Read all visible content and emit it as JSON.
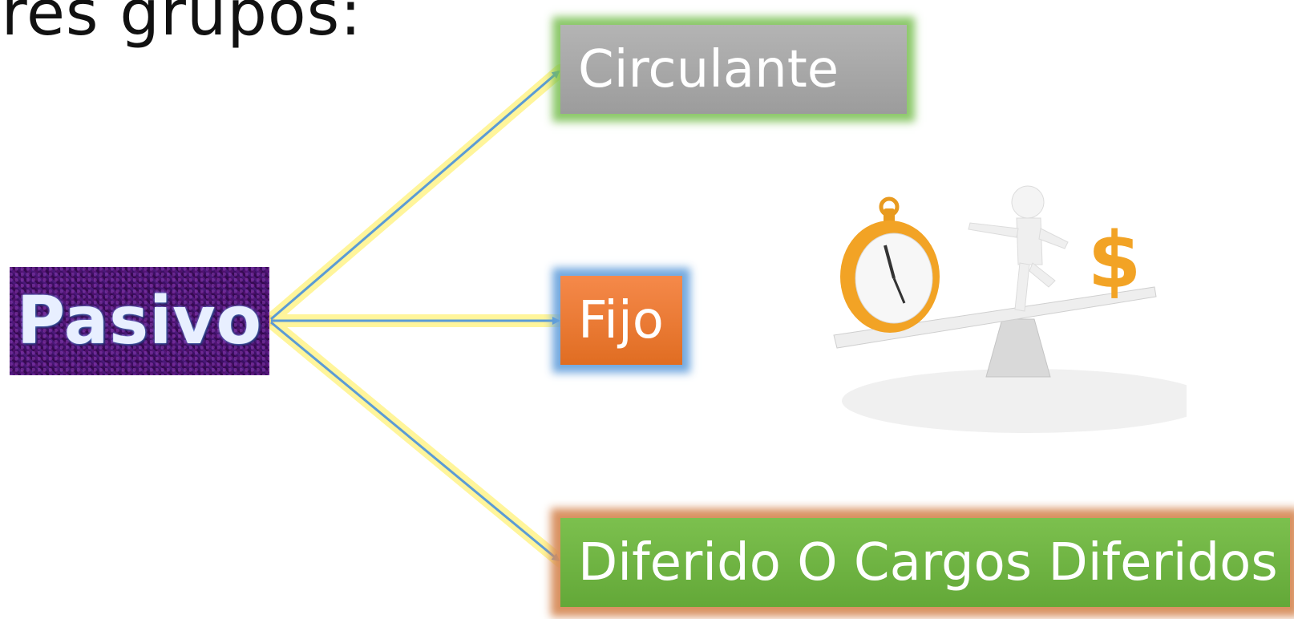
{
  "heading": "tres grupos:",
  "root": {
    "label": "Pasivo"
  },
  "branches": [
    {
      "label": "Circulante"
    },
    {
      "label": "Fijo"
    },
    {
      "label": "Diferido O Cargos Diferidos"
    }
  ],
  "illustration": {
    "icon": "time-money-balance-icon"
  },
  "colors": {
    "root_bg": "#3c0f63",
    "circulante_bg": "#a8a8a8",
    "circulante_glow": "#78be50",
    "fijo_bg": "#ec7a34",
    "fijo_glow": "#64a0dc",
    "diferido_bg": "#6fb443",
    "diferido_glow": "#d78c5a",
    "arrow": "#5b9bd5",
    "arrow_glow": "#fff27a"
  }
}
